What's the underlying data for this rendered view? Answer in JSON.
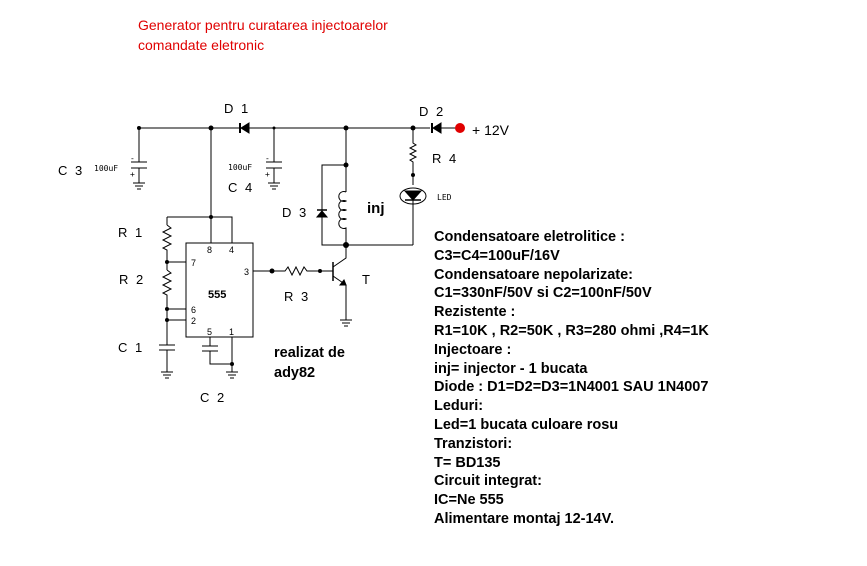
{
  "title": [
    "Generator pentru curatarea injectoarelor",
    "comandate eletronic"
  ],
  "labels": {
    "d1": "D 1",
    "d2": "D 2",
    "d3": "D 3",
    "r1": "R 1",
    "r2": "R 2",
    "r3": "R 3",
    "r4": "R 4",
    "c1": "C 1",
    "c2": "C 2",
    "c3": "C 3",
    "c4": "C 4",
    "t": "T",
    "inj": "inj",
    "led": "LED",
    "supply": "+ 12V",
    "c3_value": "100uF",
    "c4_value": "100uF",
    "ic": "555",
    "pins": {
      "p8": "8",
      "p4": "4",
      "p7": "7",
      "p3": "3",
      "p6": "6",
      "p2": "2",
      "p5": "5",
      "p1": "1"
    },
    "minus": "-",
    "plus": "+"
  },
  "credit": [
    "realizat de",
    "ady82"
  ],
  "specs": [
    "Condensatoare eletrolitice :",
    "C3=C4=100uF/16V",
    "Condensatoare nepolarizate:",
    "C1=330nF/50V si C2=100nF/50V",
    "Rezistente :",
    "R1=10K , R2=50K , R3=280 ohmi ,R4=1K",
    "Injectoare :",
    "inj= injector - 1 bucata",
    "Diode : D1=D2=D3=1N4001 SAU 1N4007",
    "Leduri:",
    "Led=1 bucata culoare rosu",
    "Tranzistori:",
    "T= BD135",
    "Circuit integrat:",
    "IC=Ne 555",
    "Alimentare montaj 12-14V."
  ],
  "colors": {
    "title": "#e00000",
    "supply_dot": "#e00000"
  }
}
